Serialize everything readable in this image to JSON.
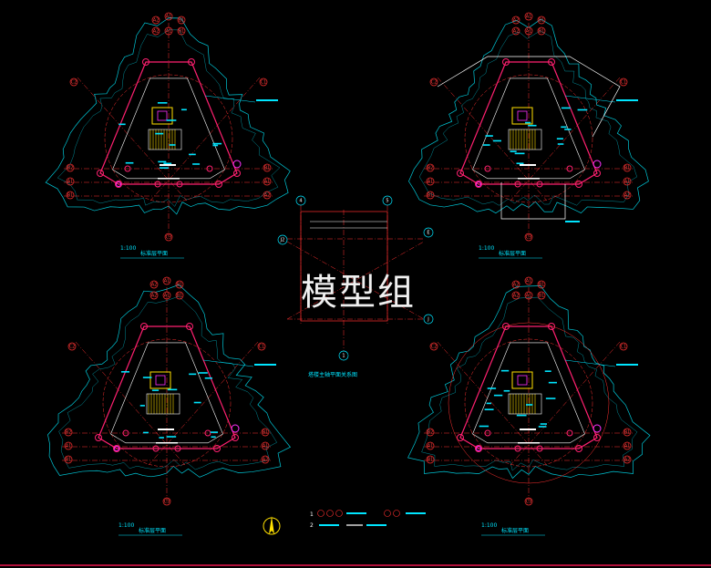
{
  "watermark": {
    "text": "模型组"
  },
  "colors": {
    "background": "#000000",
    "contour": "#00c8d8",
    "axis": "#ff3030",
    "structure": "#ff2070",
    "core": "#ffe000",
    "dims": "#ffffff",
    "magenta": "#ff30ff",
    "text": "#00e5ff"
  },
  "plans": [
    {
      "id": "top-left",
      "title": "标准层平面",
      "scale": "1:100"
    },
    {
      "id": "top-right",
      "title": "标准层平面",
      "scale": "1:100"
    },
    {
      "id": "bottom-left",
      "title": "标准层平面",
      "scale": "1:100"
    },
    {
      "id": "bottom-right",
      "title": "标准层平面",
      "scale": "1:100"
    }
  ],
  "key_plan": {
    "title": "塔楼主轴平面关系图",
    "axes_top": [
      "4",
      "5"
    ],
    "axes_left": [
      "J2"
    ],
    "axes_right": [
      "E",
      "J"
    ],
    "axes_bottom": [
      "1"
    ]
  },
  "grid_labels": {
    "top": [
      "A2",
      "A1",
      "B1"
    ],
    "left": [
      "C2",
      "B2",
      "A1",
      "B1"
    ],
    "right": [
      "C1",
      "B1",
      "A1",
      "A2"
    ],
    "bottom": [
      "C3"
    ]
  },
  "legend": {
    "north_icon": "north-arrow-icon",
    "items": [
      "1",
      "2"
    ]
  }
}
